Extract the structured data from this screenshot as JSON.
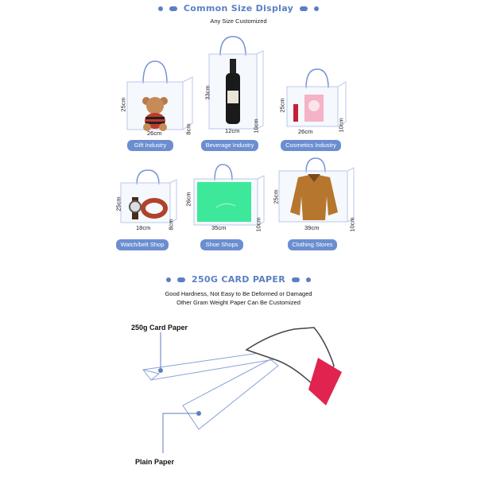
{
  "size_section": {
    "title": "Common Size Display",
    "subtitle": "Any Size Customized"
  },
  "bags": [
    {
      "category": "Gift Industry",
      "height": "25cm",
      "width": "26cm",
      "depth": "8cm"
    },
    {
      "category": "Beverage Industry",
      "height": "33cm",
      "width": "12cm",
      "depth": "10cm"
    },
    {
      "category": "Cosmetics Industry",
      "height": "25cm",
      "width": "26cm",
      "depth": "10cm"
    },
    {
      "category": "Watch/belt Shop",
      "height": "25cm",
      "width": "18cm",
      "depth": "8cm"
    },
    {
      "category": "Shoe Shops",
      "height": "26cm",
      "width": "35cm",
      "depth": "10cm"
    },
    {
      "category": "Clothing Stores",
      "height": "25cm",
      "width": "39cm",
      "depth": "10cm"
    }
  ],
  "paper_section": {
    "title": "250G CARD PAPER",
    "line1": "Good Hardness, Not Easy to Be Deformed or Damaged",
    "line2": "Other Gram Weight Paper Can Be Customized",
    "card_label": "250g Card Paper",
    "plain_label": "Plain Paper"
  },
  "colors": {
    "accent": "#5b7fc4",
    "pill": "#6b8ed0",
    "cuff": "#e0244f",
    "outline": "#8aa0d8"
  }
}
